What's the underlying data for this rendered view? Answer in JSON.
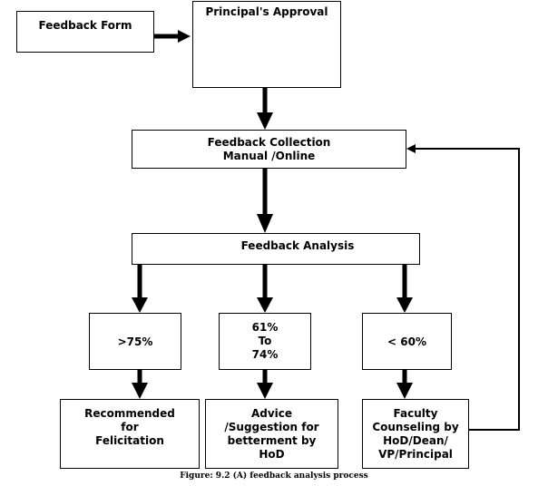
{
  "nodes": {
    "feedback_form": "Feedback Form",
    "principal_approval": "Principal's Approval",
    "collection": [
      "Feedback Collection",
      "Manual /Online"
    ],
    "analysis": "Feedback Analysis",
    "gt75": ">75%",
    "mid": [
      "61%",
      "To",
      "74%"
    ],
    "lt60": "< 60%",
    "recommended": [
      "Recommended",
      "for",
      "Felicitation"
    ],
    "advice": [
      "Advice",
      "/Suggestion for",
      "betterment by",
      "HoD"
    ],
    "counseling": [
      "Faculty",
      "Counseling by",
      "HoD/Dean/",
      "VP/Principal"
    ]
  },
  "caption": "Figure: 9.2 (A) feedback analysis process"
}
